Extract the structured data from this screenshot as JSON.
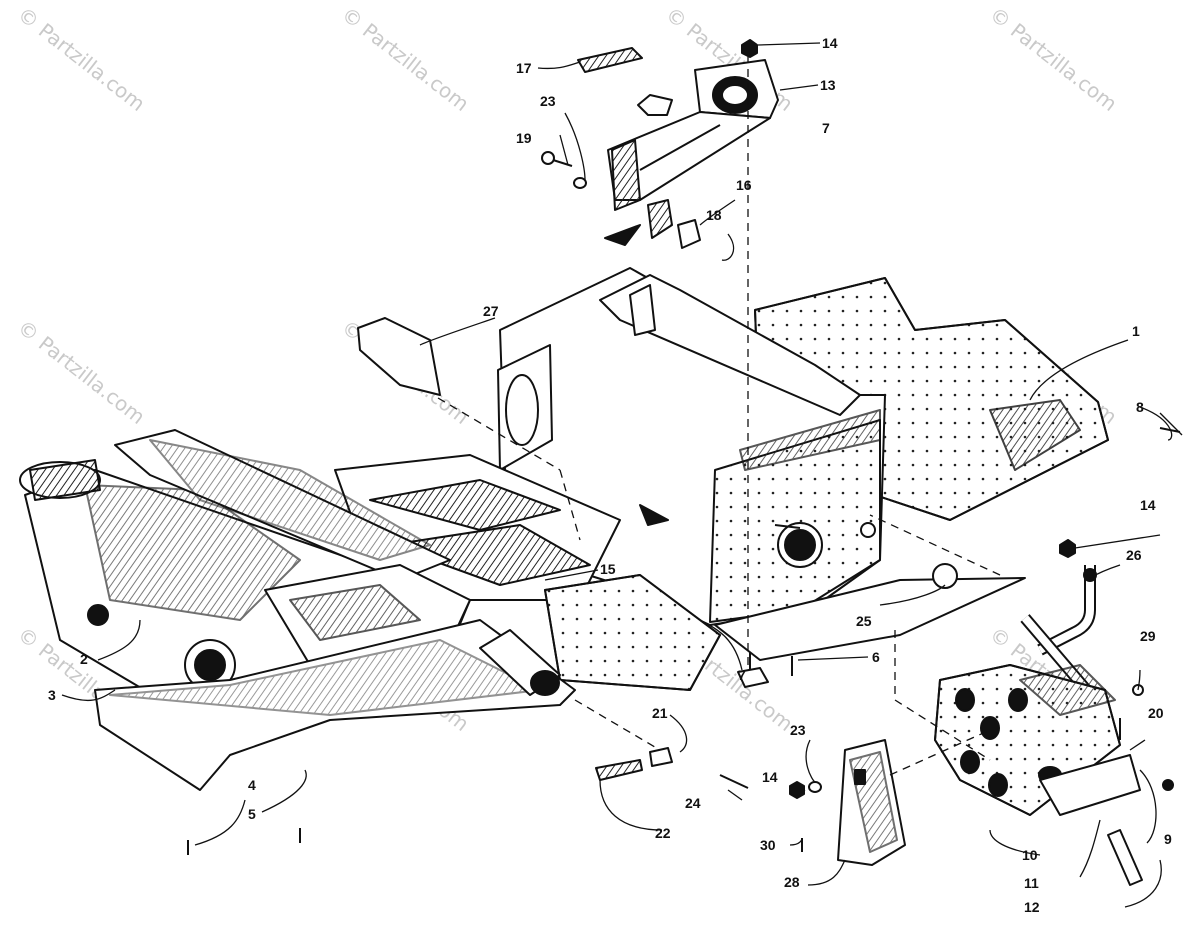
{
  "watermark": {
    "text": "© Partzilla.com"
  },
  "callouts": [
    {
      "id": "c1",
      "label": "1"
    },
    {
      "id": "c2",
      "label": "2"
    },
    {
      "id": "c3",
      "label": "3"
    },
    {
      "id": "c4",
      "label": "4"
    },
    {
      "id": "c5",
      "label": "5"
    },
    {
      "id": "c6",
      "label": "6"
    },
    {
      "id": "c7a",
      "label": "7"
    },
    {
      "id": "c7b",
      "label": "7"
    },
    {
      "id": "c8",
      "label": "8"
    },
    {
      "id": "c9",
      "label": "9"
    },
    {
      "id": "c10",
      "label": "10"
    },
    {
      "id": "c11",
      "label": "11"
    },
    {
      "id": "c12",
      "label": "12"
    },
    {
      "id": "c13",
      "label": "13"
    },
    {
      "id": "c14a",
      "label": "14"
    },
    {
      "id": "c14b",
      "label": "14"
    },
    {
      "id": "c14c",
      "label": "14"
    },
    {
      "id": "c15",
      "label": "15"
    },
    {
      "id": "c16",
      "label": "16"
    },
    {
      "id": "c17",
      "label": "17"
    },
    {
      "id": "c18",
      "label": "18"
    },
    {
      "id": "c19",
      "label": "19"
    },
    {
      "id": "c20",
      "label": "20"
    },
    {
      "id": "c21",
      "label": "21"
    },
    {
      "id": "c22",
      "label": "22"
    },
    {
      "id": "c23a",
      "label": "23"
    },
    {
      "id": "c23b",
      "label": "23"
    },
    {
      "id": "c24",
      "label": "24"
    },
    {
      "id": "c25",
      "label": "25"
    },
    {
      "id": "c26",
      "label": "26"
    },
    {
      "id": "c27",
      "label": "27"
    },
    {
      "id": "c28",
      "label": "28"
    },
    {
      "id": "c29",
      "label": "29"
    },
    {
      "id": "c30",
      "label": "30"
    }
  ],
  "colors": {
    "ink": "#111111",
    "watermark": "#c9c9c9"
  }
}
